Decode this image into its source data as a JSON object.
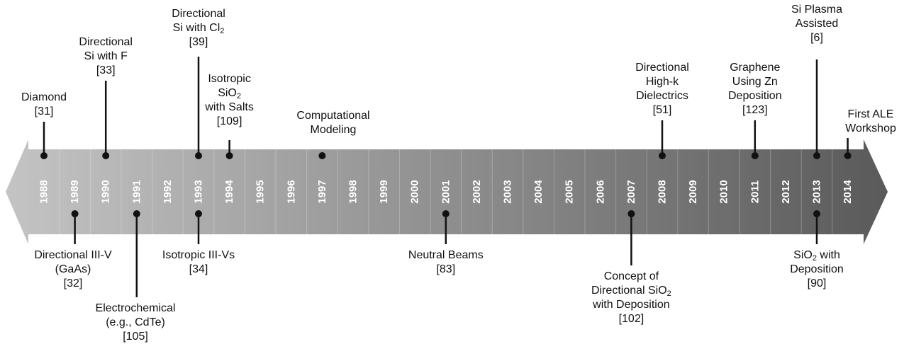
{
  "timeline": {
    "years": [
      "1988",
      "1989",
      "1990",
      "1991",
      "1992",
      "1993",
      "1994",
      "1995",
      "1996",
      "1997",
      "1998",
      "1999",
      "2000",
      "2001",
      "2002",
      "2003",
      "2004",
      "2005",
      "2006",
      "2007",
      "2008",
      "2009",
      "2010",
      "2011",
      "2012",
      "2013",
      "2014"
    ],
    "colors": {
      "band_start": "#c4c4c4",
      "band_end": "#5a5a5a",
      "marker": "#111111",
      "year_text": "#ffffff"
    }
  },
  "events_above": [
    {
      "id": "diamond",
      "year": "1988",
      "lines": [
        "Diamond",
        "[31]"
      ]
    },
    {
      "id": "si-f",
      "year": "1990",
      "lines": [
        "Directional",
        "Si with F",
        "[33]"
      ]
    },
    {
      "id": "si-cl2",
      "year": "1993",
      "lines": [
        "Directional",
        "Si with Cl|2",
        "[39]"
      ]
    },
    {
      "id": "sio2-salts",
      "year": "1994",
      "lines": [
        "Isotropic",
        "SiO|2",
        "with Salts",
        "[109]"
      ]
    },
    {
      "id": "computational",
      "year": "1997",
      "lines": [
        "Computational",
        "Modeling"
      ]
    },
    {
      "id": "high-k",
      "year": "2008",
      "lines": [
        "Directional",
        "High-k",
        "Dielectrics",
        "[51]"
      ]
    },
    {
      "id": "graphene",
      "year": "2011",
      "lines": [
        "Graphene",
        "Using Zn",
        "Deposition",
        "[123]"
      ]
    },
    {
      "id": "si-plasma",
      "year": "2013",
      "lines": [
        "Si Plasma",
        "Assisted",
        "[6]"
      ]
    },
    {
      "id": "ale-workshop",
      "year": "2014",
      "lines": [
        "First ALE",
        "Workshop"
      ]
    }
  ],
  "events_below": [
    {
      "id": "iii-v",
      "year": "1989",
      "lines": [
        "Directional III-V",
        "(GaAs)",
        "[32]"
      ]
    },
    {
      "id": "electrochemical",
      "year": "1991",
      "lines": [
        "Electrochemical",
        "(e.g., CdTe)",
        "[105]"
      ]
    },
    {
      "id": "isotropic-iii-vs",
      "year": "1993",
      "lines": [
        "Isotropic III-Vs",
        "[34]"
      ]
    },
    {
      "id": "neutral-beams",
      "year": "2001",
      "lines": [
        "Neutral Beams",
        "[83]"
      ]
    },
    {
      "id": "concept-sio2",
      "year": "2007",
      "lines": [
        "Concept of",
        "Directional SiO|2",
        "with Deposition",
        "[102]"
      ]
    },
    {
      "id": "sio2-deposition",
      "year": "2013",
      "lines": [
        "SiO|2 with",
        "Deposition",
        "[90]"
      ]
    }
  ]
}
